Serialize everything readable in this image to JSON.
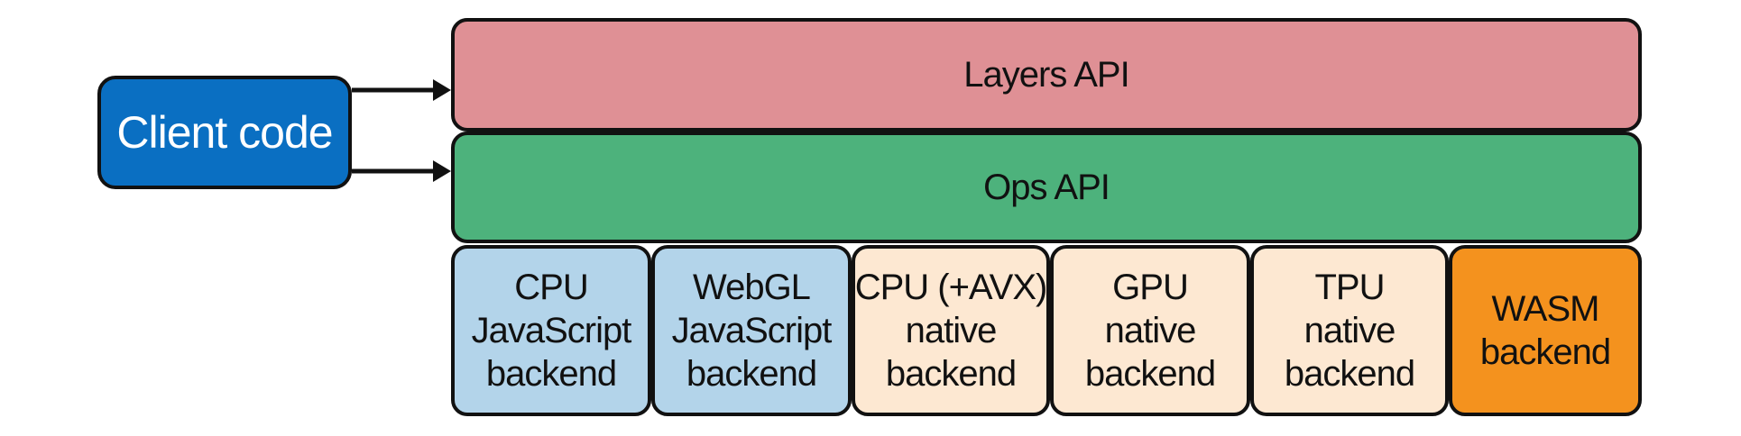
{
  "client": {
    "label": "Client code",
    "color": "#0a6fc2"
  },
  "layers_api": {
    "label": "Layers API",
    "color": "#df9095"
  },
  "ops_api": {
    "label": "Ops API",
    "color": "#4db27c"
  },
  "backends": [
    {
      "lines": [
        "CPU",
        "JavaScript",
        "backend"
      ],
      "color": "#b3d4ea"
    },
    {
      "lines": [
        "WebGL",
        "JavaScript",
        "backend"
      ],
      "color": "#b3d4ea"
    },
    {
      "lines": [
        "CPU (+AVX)",
        "native",
        "backend"
      ],
      "color": "#fde8d2"
    },
    {
      "lines": [
        "GPU",
        "native",
        "backend"
      ],
      "color": "#fde8d2"
    },
    {
      "lines": [
        "TPU",
        "native",
        "backend"
      ],
      "color": "#fde8d2"
    },
    {
      "lines": [
        "WASM",
        "backend"
      ],
      "color": "#f4921e"
    }
  ]
}
